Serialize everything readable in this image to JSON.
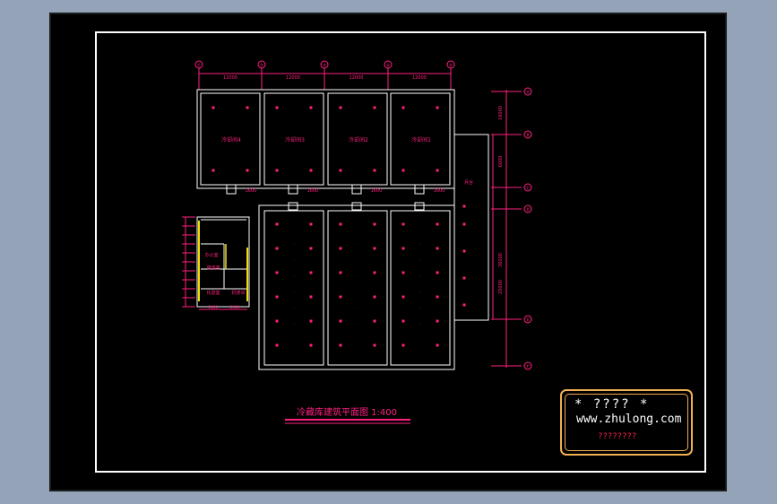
{
  "drawing": {
    "title": "冷藏库建筑平面图 1:400",
    "axes_top": [
      "①",
      "②",
      "③",
      "④",
      "⑤"
    ],
    "dims_top": [
      "12000",
      "12000",
      "12000",
      "12000"
    ],
    "axes_right": [
      "Ⓐ",
      "Ⓑ",
      "Ⓒ",
      "Ⓓ",
      "Ⓔ",
      "Ⓕ"
    ],
    "dims_right": [
      "16000",
      "6000",
      "36000",
      "20000"
    ],
    "upper_rooms": [
      "冷却间4",
      "冷却间3",
      "冷却间2",
      "冷却间1"
    ],
    "door_dims": [
      "1600",
      "1600",
      "1600",
      "1600"
    ],
    "office_rooms": [
      "办公室",
      "值班室",
      "化验室",
      "机修间"
    ],
    "office_dims": [
      "2000",
      "2400"
    ],
    "right_strip_label": "月台"
  },
  "watermark": {
    "line1": "* ???? *",
    "line2": "www.zhulong.com",
    "line3": "????????"
  },
  "colors": {
    "background": "#95a3b8",
    "canvas": "#000000",
    "frame": "#ffffff",
    "magenta": "#ff2080",
    "yellow": "#f0e000",
    "stamp_border": "#f0b050"
  }
}
